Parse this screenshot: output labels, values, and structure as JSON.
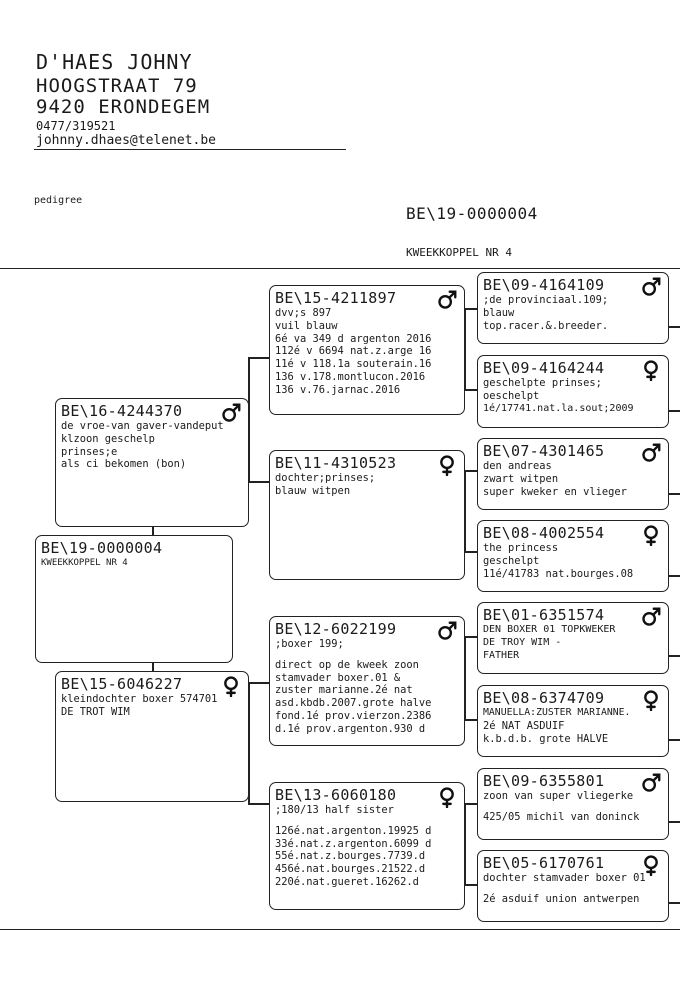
{
  "header": {
    "name": "D'HAES JOHNY",
    "street": "HOOGSTRAAT 79",
    "city": "9420  ERONDEGEM",
    "phone": "0477/319521",
    "email": "johnny.dhaes@telenet.be"
  },
  "pedigree_label": "pedigree",
  "subject": {
    "ring": "BE\\19-0000004",
    "name": "KWEEKKOPPEL NR 4"
  },
  "cards": {
    "subject": {
      "ring": "BE\\19-0000004",
      "lines": [
        "KWEEKKOPPEL NR 4"
      ]
    },
    "sire": {
      "ring": "BE\\16-4244370",
      "sex": "male",
      "lines": [
        "de vroe-van gaver-vandeput",
        "klzoon geschelp",
        "prinses;e",
        "als ci bekomen (bon)"
      ]
    },
    "dam": {
      "ring": "BE\\15-6046227",
      "sex": "female",
      "lines": [
        "kleindochter boxer 574701",
        "DE TROT WIM"
      ]
    },
    "ss": {
      "ring": "BE\\15-4211897",
      "sex": "male",
      "lines": [
        "dvv;s 897",
        "vuil blauw",
        "6é va 349 d argenton 2016",
        "112é v 6694 nat.z.arge 16",
        "11é v 118.1a souterain.16",
        "136 v.178.montlucon.2016",
        "136 v.76.jarnac.2016"
      ]
    },
    "sd": {
      "ring": "BE\\11-4310523",
      "sex": "female",
      "lines": [
        "dochter;prinses;",
        "blauw witpen"
      ]
    },
    "ds": {
      "ring": "BE\\12-6022199",
      "sex": "male",
      "lines": [
        ";boxer 199;",
        "",
        "direct op de kweek zoon",
        "stamvader boxer.01 &",
        "zuster marianne.2é nat",
        "asd.kbdb.2007.grote halve",
        "fond.1é prov.vierzon.2386",
        "d.1é prov.argenton.930 d"
      ]
    },
    "dd": {
      "ring": "BE\\13-6060180",
      "sex": "female",
      "lines": [
        ";180/13 half sister",
        "",
        "126é.nat.argenton.19925 d",
        "33é.nat.z.argenton.6099 d",
        "55é.nat.z.bourges.7739.d",
        "456é.nat.bourges.21522.d",
        "220é.nat.gueret.16262.d"
      ]
    },
    "sss": {
      "ring": "BE\\09-4164109",
      "sex": "male",
      "lines": [
        ";de provinciaal.109;",
        "blauw",
        "top.racer.&.breeder."
      ]
    },
    "ssd": {
      "ring": "BE\\09-4164244",
      "sex": "female",
      "lines": [
        "geschelpte prinses;",
        "oeschelpt",
        "1é/17741.nat.la.sout;2009"
      ]
    },
    "sds": {
      "ring": "BE\\07-4301465",
      "sex": "male",
      "lines": [
        "den andreas",
        "zwart witpen",
        "super kweker en vlieger"
      ]
    },
    "sdd": {
      "ring": "BE\\08-4002554",
      "sex": "female",
      "lines": [
        "the princess",
        "geschelpt",
        "11é/41783 nat.bourges.08"
      ]
    },
    "dss": {
      "ring": "BE\\01-6351574",
      "sex": "male",
      "lines": [
        "DEN BOXER 01 TOPKWEKER",
        "DE TROY WIM -",
        "FATHER"
      ]
    },
    "dsd": {
      "ring": "BE\\08-6374709",
      "sex": "female",
      "lines": [
        "MANUELLA:ZUSTER MARIANNE.",
        "2é NAT ASDUIF",
        "k.b.d.b. grote HALVE"
      ]
    },
    "dds": {
      "ring": "BE\\09-6355801",
      "sex": "male",
      "lines": [
        "zoon van super vliegerke",
        "",
        "425/05 michil van doninck"
      ]
    },
    "ddd": {
      "ring": "BE\\05-6170761",
      "sex": "female",
      "lines": [
        "dochter stamvader boxer 01",
        "",
        "2é asduif union antwerpen"
      ]
    }
  }
}
